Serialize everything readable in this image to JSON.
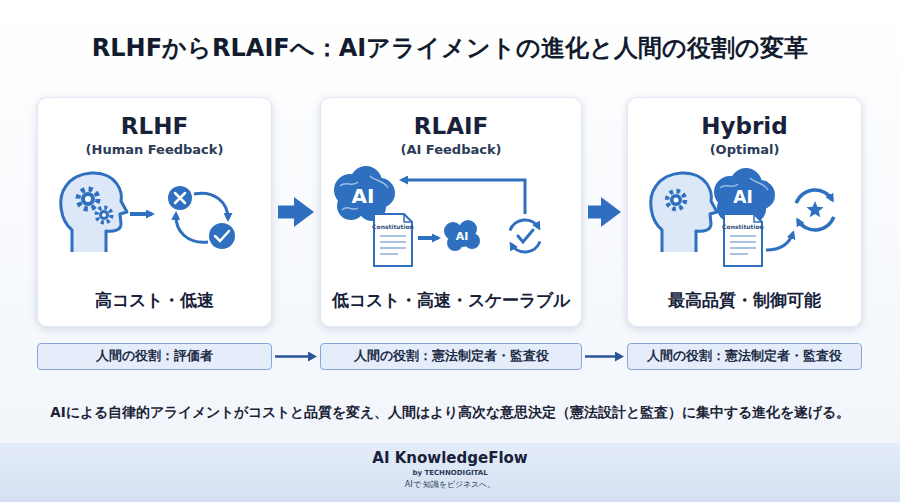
{
  "diagram": {
    "title": "RLHFからRLAIFへ：AIアライメントの進化と人間の役割の変革",
    "caption": "AIによる自律的アライメントがコストと品質を変え、人間はより高次な意思決定（憲法設計と監査）に集中する進化を遂げる。",
    "nodes": [
      {
        "text": [
          "RLHF",
          "(Human Feedback)",
          "高コスト・低速"
        ]
      },
      {
        "text": [
          "RLAIF",
          "(AI Feedback)",
          "低コスト・高速・スケーラブル"
        ]
      },
      {
        "text": [
          "Hybrid",
          "(Optimal)",
          "最高品質・制御可能"
        ]
      },
      {
        "text": [
          "人間の役割：評価者"
        ]
      },
      {
        "text": [
          "人間の役割：憲法制定者・監査役"
        ]
      },
      {
        "text": [
          "人間の役割：憲法制定者・監査役"
        ]
      },
      {
        "text": [
          "AI KnowledgeFlow",
          "by TECHNODIGITAL",
          "AIで 知識をビジネスへ。"
        ]
      }
    ],
    "edges": [
      {
        "from": 0,
        "to": 1,
        "arrow": "to"
      },
      {
        "from": 1,
        "to": 2,
        "arrow": "to"
      },
      {
        "from": 3,
        "to": 4,
        "arrow": "to"
      },
      {
        "from": 4,
        "to": 5,
        "arrow": "to"
      }
    ],
    "labels": [
      "AI",
      "Constitution",
      "AI",
      "AI",
      "Constitution"
    ]
  }
}
